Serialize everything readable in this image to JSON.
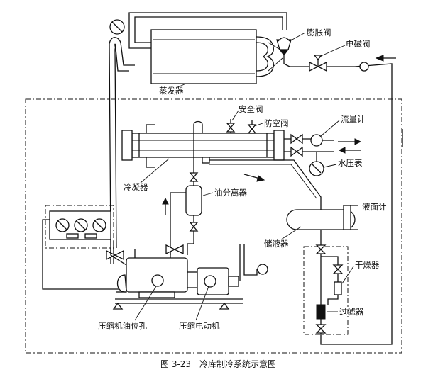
{
  "labels": {
    "expansion_valve": "膨胀阀",
    "solenoid_valve": "电磁阀",
    "evaporator": "蒸发器",
    "safety_valve": "安全阀",
    "anti_vacuum_valve": "防空阀",
    "flowmeter": "流量计",
    "condenser": "冷凝器",
    "water_pressure_gauge": "水压表",
    "oil_separator": "油分离器",
    "level_gauge": "液面计",
    "receiver": "储液器",
    "dryer": "干燥器",
    "filter": "过滤器",
    "compressor_oil_sight": "压缩机油位孔",
    "compressor_motor": "压缩电动机"
  },
  "caption": "图 3-23　冷库制冷系统示意图"
}
